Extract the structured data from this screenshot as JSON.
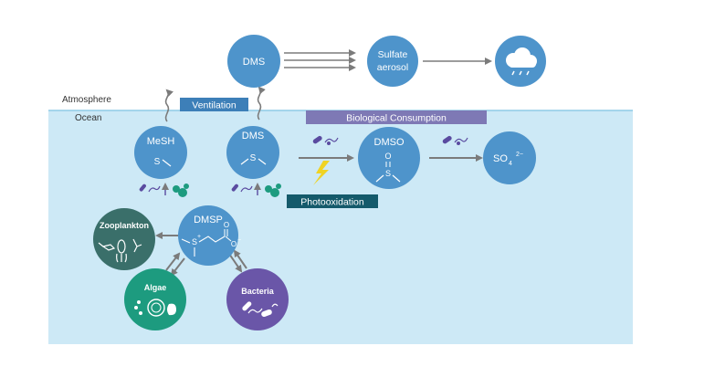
{
  "labels": {
    "atmosphere": "Atmosphere",
    "ocean": "Ocean",
    "ventilation": "Ventilation",
    "biological_consumption": "Biological Consumption",
    "photooxidation": "Photooxidation"
  },
  "nodes": {
    "dms_atm": "DMS",
    "sulfate_line1": "Sulfate",
    "sulfate_line2": "aerosol",
    "mesh": "MeSH",
    "mesh_s": "S",
    "dms_ocean": "DMS",
    "dms_ocean_s": "S",
    "dmso": "DMSO",
    "dmso_o": "O",
    "dmso_s": "S",
    "sulfate_ion": "SO",
    "sulfate_ion_sub": "4",
    "sulfate_ion_sup": "2−",
    "dmsp": "DMSP",
    "dmsp_s": "S",
    "dmsp_s_charge": "+",
    "dmsp_o_top": "O",
    "dmsp_o_minus": "O",
    "dmsp_o_minus_charge": "−",
    "zooplankton": "Zooplankton",
    "algae": "Algae",
    "bacteria": "Bacteria"
  },
  "colors": {
    "ocean": "#cde9f6",
    "ocean_line": "#8fcbe6",
    "node_blue": "#4e94cb",
    "zooplankton": "#3a6f6a",
    "algae": "#1d9b7f",
    "bacteria": "#6a56a8",
    "ventilation_bg": "#3d7fb8",
    "bio_bg": "#7e79b5",
    "photo_bg": "#145a6b",
    "arrow": "#7b7b7b",
    "lightning": "#f0d323"
  },
  "icons": [
    "cloud-rain-icon",
    "lightning-icon",
    "bacteria-icon",
    "algae-icon",
    "zooplankton-icon"
  ]
}
